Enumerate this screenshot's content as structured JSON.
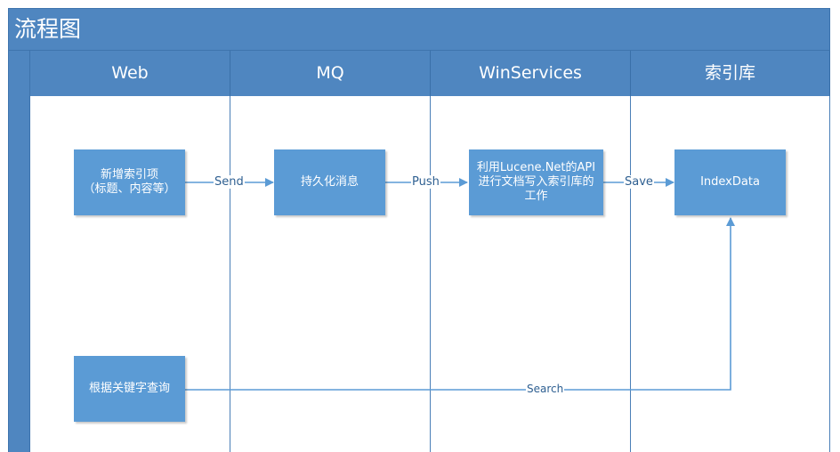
{
  "diagram": {
    "title": "流程图",
    "lanes": [
      {
        "id": "web",
        "label": "Web"
      },
      {
        "id": "mq",
        "label": "MQ"
      },
      {
        "id": "winservices",
        "label": "WinServices"
      },
      {
        "id": "index-db",
        "label": "索引库"
      }
    ],
    "nodes": [
      {
        "id": "add-index",
        "lane": "web",
        "lines": [
          "新增索引项",
          "（标题、内容等）"
        ]
      },
      {
        "id": "persist-message",
        "lane": "mq",
        "lines": [
          "持久化消息"
        ]
      },
      {
        "id": "write-index",
        "lane": "winservices",
        "lines": [
          "利用Lucene.Net的API",
          "进行文档写入索引库的",
          "工作"
        ]
      },
      {
        "id": "index-data",
        "lane": "index-db",
        "lines": [
          "IndexData"
        ]
      },
      {
        "id": "keyword-search",
        "lane": "web",
        "lines": [
          "根据关键字查询"
        ]
      }
    ],
    "edges": [
      {
        "from": "add-index",
        "to": "persist-message",
        "label": "Send"
      },
      {
        "from": "persist-message",
        "to": "write-index",
        "label": "Push"
      },
      {
        "from": "write-index",
        "to": "index-data",
        "label": "Save"
      },
      {
        "from": "keyword-search",
        "to": "index-data",
        "label": "Search"
      }
    ],
    "colors": {
      "header_fill": "#4f86c0",
      "node_fill": "#5b9bd5",
      "connector": "#5b9bd5",
      "label_text": "#2e5f91"
    }
  }
}
